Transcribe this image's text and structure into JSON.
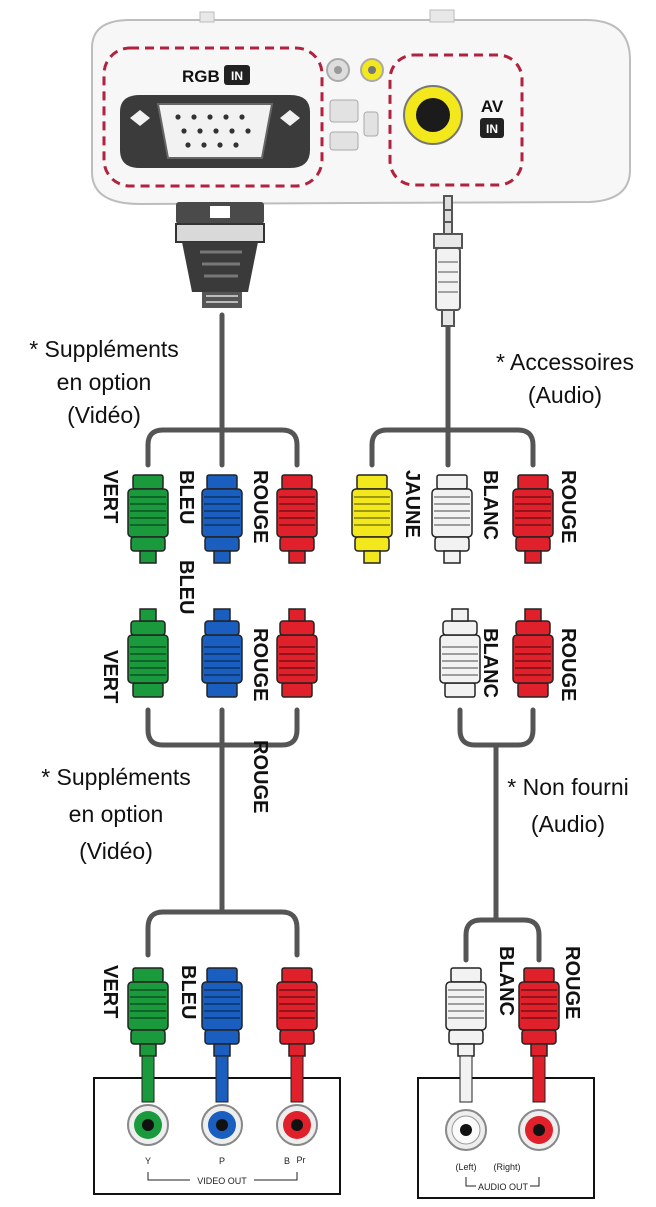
{
  "projector": {
    "rgb_label": "RGB",
    "in_badge": "IN",
    "av_label": "AV"
  },
  "captions": {
    "video_optional_top": [
      "* Suppléments",
      "en option",
      "(Vidéo)"
    ],
    "audio_accessory": [
      "* Accessoires",
      "(Audio)"
    ],
    "video_optional_bottom": [
      "* Suppléments",
      "en option",
      "(Vidéo)"
    ],
    "audio_not_supplied": [
      "* Non fourni",
      "(Audio)"
    ]
  },
  "colors": {
    "vert": "#1a9a3c",
    "bleu": "#1a5fbf",
    "rouge": "#e0202a",
    "jaune": "#f3e81b",
    "blanc": "#f2f2f2",
    "cable": "#555555",
    "dashed_outline": "#b0223d"
  },
  "labels": {
    "vert": "VERT",
    "bleu": "BLEU",
    "rouge": "ROUGE",
    "jaune": "JAUNE",
    "blanc": "BLANC"
  },
  "video_out": {
    "title": "VIDEO OUT",
    "jacks": [
      "Y",
      "P",
      "Pr"
    ],
    "jack_b_small": "B"
  },
  "audio_out": {
    "title": "AUDIO OUT",
    "jacks": [
      "(Left)",
      "(Right)"
    ]
  }
}
